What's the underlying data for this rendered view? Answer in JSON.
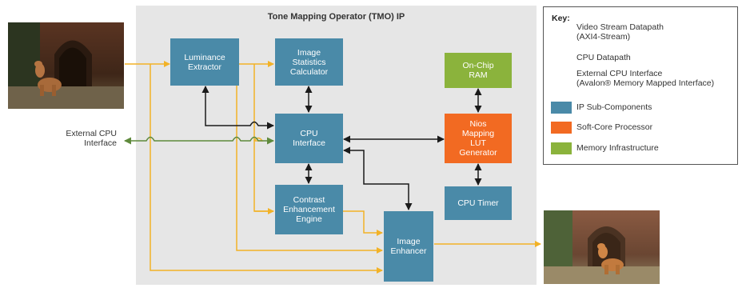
{
  "title": "Tone Mapping Operator (TMO) IP",
  "colors": {
    "ip_block": "#4a8aa8",
    "processor": "#f26a22",
    "memory": "#8bb33c",
    "video_arrow": "#f2b227",
    "cpu_arrow": "#1a1a1a",
    "ext_cpu_arrow": "#5f8a3c",
    "ip_background": "#e6e6e6"
  },
  "blocks": {
    "luminance_extractor": "Luminance\nExtractor",
    "image_statistics": "Image\nStatistics\nCalculator",
    "cpu_interface": "CPU\nInterface",
    "contrast_engine": "Contrast\nEnhancement\nEngine",
    "image_enhancer": "Image\nEnhancer",
    "on_chip_ram": "On-Chip\nRAM",
    "nios_generator": "Nios\nMapping\nLUT\nGenerator",
    "cpu_timer": "CPU Timer"
  },
  "external": {
    "cpu_interface_label": "External CPU\nInterface"
  },
  "images": {
    "input": "photo of a dog sitting in front of a brick archway",
    "output": "tone-mapped photo of a dog sitting in front of a brick archway"
  },
  "key": {
    "title": "Key:",
    "items": [
      {
        "label": "Video Stream Datapath\n(AXI4-Stream)",
        "icon": "yellow-arrow-icon"
      },
      {
        "label": "CPU Datapath",
        "icon": "black-double-arrow-icon"
      },
      {
        "label": "External CPU Interface\n(Avalon® Memory Mapped Interface)",
        "icon": "green-double-arrow-icon"
      },
      {
        "label": "IP Sub-Components",
        "color": "#4a8aa8"
      },
      {
        "label": "Soft-Core Processor",
        "color": "#f26a22"
      },
      {
        "label": "Memory Infrastructure",
        "color": "#8bb33c"
      }
    ]
  }
}
